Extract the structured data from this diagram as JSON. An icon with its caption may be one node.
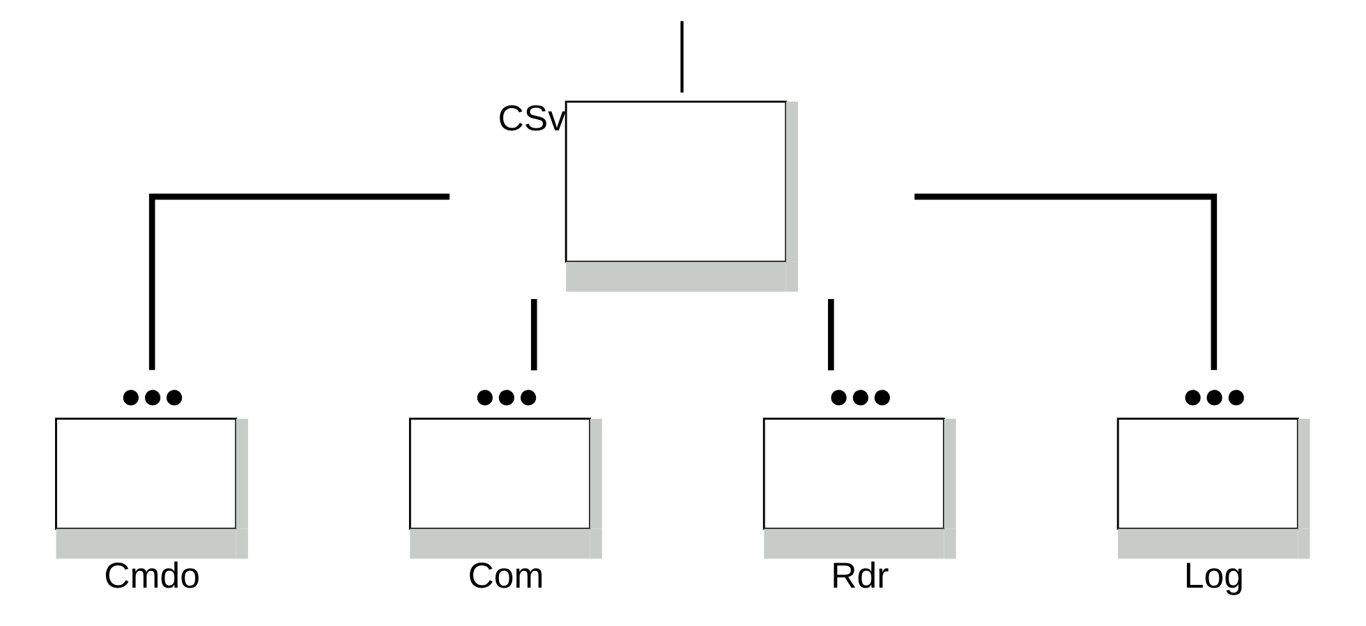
{
  "diagram": {
    "nodes": [
      {
        "text": [
          "CSv"
        ]
      },
      {
        "text": [
          "Cmdo"
        ],
        "beside": [
          "●●●"
        ]
      },
      {
        "text": [
          "Com"
        ],
        "beside": [
          "●●●"
        ]
      },
      {
        "text": [
          "Rdr"
        ],
        "beside": [
          "●●●"
        ]
      },
      {
        "text": [
          "Log"
        ],
        "beside": [
          "●●●"
        ]
      }
    ],
    "edges": [
      {
        "from": null,
        "to": 0,
        "arrow": "none"
      },
      {
        "from": 0,
        "to": 1,
        "arrow": "none"
      },
      {
        "from": 0,
        "to": 2,
        "arrow": "none"
      },
      {
        "from": 0,
        "to": 3,
        "arrow": "none"
      },
      {
        "from": 0,
        "to": 4,
        "arrow": "none"
      }
    ]
  }
}
